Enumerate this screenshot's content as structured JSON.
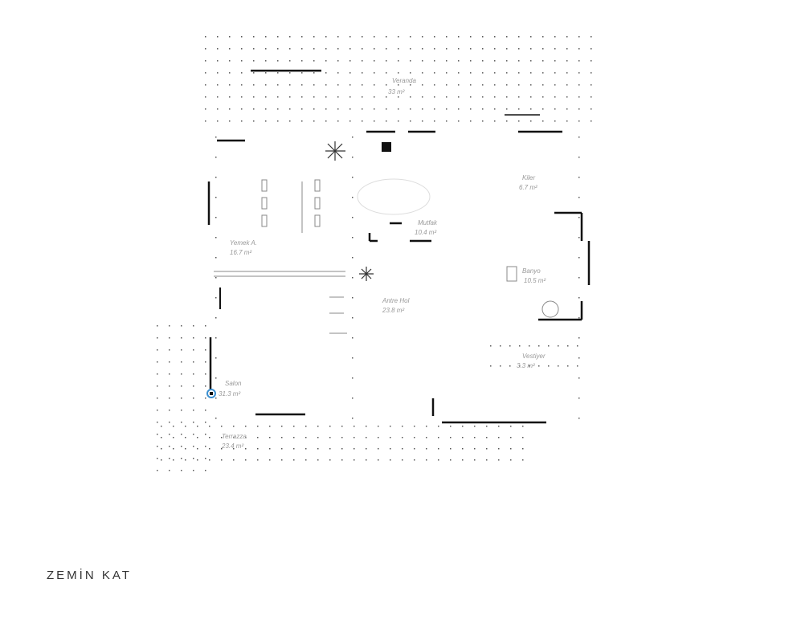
{
  "title": "ZEMİN KAT",
  "rooms": [
    {
      "name": "Veranda",
      "area": "33 m²"
    },
    {
      "name": "Yemek A.",
      "area": "16.7 m²"
    },
    {
      "name": "Mutfak",
      "area": "10.4 m²"
    },
    {
      "name": "Kiler",
      "area": "6.7 m²"
    },
    {
      "name": "Banyo",
      "area": "10.5 m²"
    },
    {
      "name": "Antre Hol",
      "area": "23.8 m²"
    },
    {
      "name": "Vestiyer",
      "area": "3.3 m²"
    },
    {
      "name": "Salon",
      "area": "31.3 m²"
    },
    {
      "name": "Terrazza",
      "area": "23.4 m²"
    }
  ],
  "colors": {
    "wall": "#111111",
    "dots": "#555555",
    "label": "#999999",
    "marker": "#3b8fd0"
  }
}
